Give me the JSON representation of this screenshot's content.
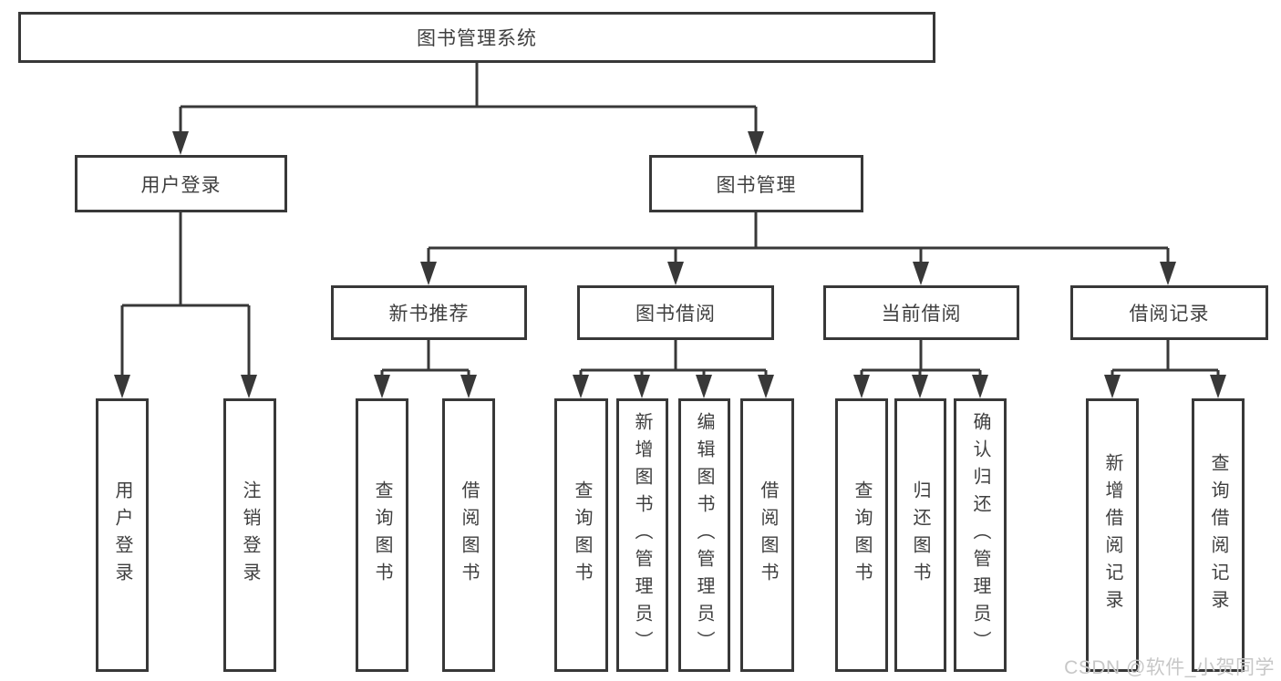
{
  "diagram": {
    "nodes": {
      "root": "图书管理系统",
      "user_login": "用户登录",
      "book_mgmt": "图书管理",
      "new_book_rec": "新书推荐",
      "book_borrow": "图书借阅",
      "current_borrow": "当前借阅",
      "borrow_record": "借阅记录"
    },
    "leaves": [
      {
        "label": "用户登录"
      },
      {
        "label": "注销登录"
      },
      {
        "label": "查询图书"
      },
      {
        "label": "借阅图书"
      },
      {
        "label": "查询图书"
      },
      {
        "label": "新增图书（管理员）"
      },
      {
        "label": "编辑图书（管理员）"
      },
      {
        "label": "借阅图书"
      },
      {
        "label": "查询图书"
      },
      {
        "label": "归还图书"
      },
      {
        "label": "确认归还（管理员）"
      },
      {
        "label": "新增借阅记录"
      },
      {
        "label": "查询借阅记录"
      }
    ],
    "watermark": "CSDN @软件_小贺同学",
    "colors": {
      "line": "#383838",
      "text": "#3f3f3f",
      "watermark": "#c7c7c7",
      "background": "#ffffff"
    }
  }
}
